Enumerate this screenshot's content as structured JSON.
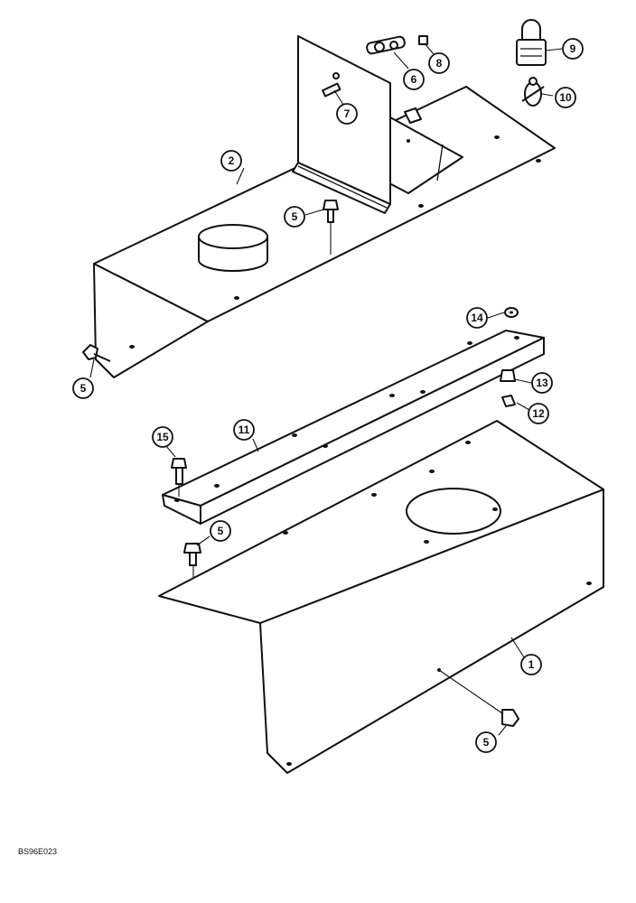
{
  "figure_code": "BS96E023",
  "callouts": [
    {
      "id": "c1",
      "label": "1"
    },
    {
      "id": "c2",
      "label": "2"
    },
    {
      "id": "c5a",
      "label": "5"
    },
    {
      "id": "c5b",
      "label": "5"
    },
    {
      "id": "c5c",
      "label": "5"
    },
    {
      "id": "c5d",
      "label": "5"
    },
    {
      "id": "c6",
      "label": "6"
    },
    {
      "id": "c7",
      "label": "7"
    },
    {
      "id": "c8",
      "label": "8"
    },
    {
      "id": "c9",
      "label": "9"
    },
    {
      "id": "c10",
      "label": "10"
    },
    {
      "id": "c11",
      "label": "11"
    },
    {
      "id": "c12",
      "label": "12"
    },
    {
      "id": "c13",
      "label": "13"
    },
    {
      "id": "c14",
      "label": "14"
    },
    {
      "id": "c15",
      "label": "15"
    }
  ]
}
